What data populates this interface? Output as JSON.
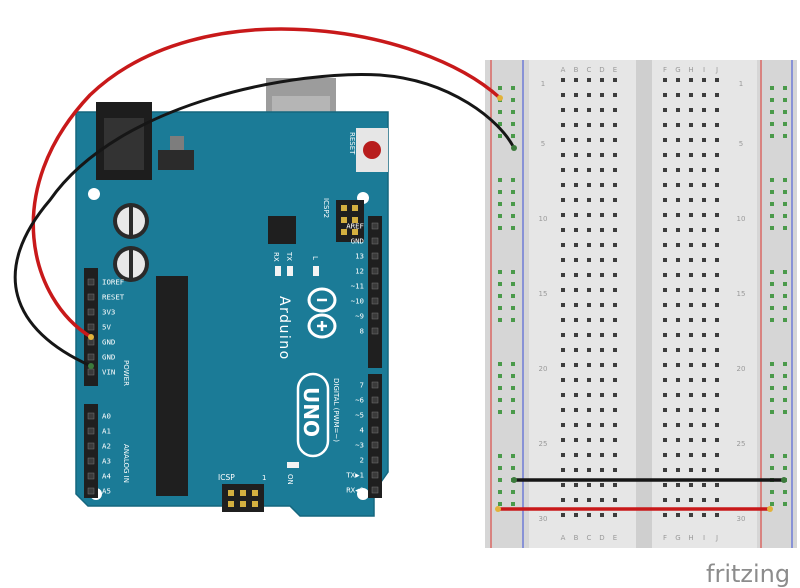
{
  "arduino": {
    "brand": "Arduino",
    "model": "UNO",
    "reset_label": "RESET",
    "icsp2_label": "ICSP2",
    "icsp_label": "ICSP",
    "icsp_pin1": "1",
    "on_label": "ON",
    "tx_label": "TX",
    "rx_label": "RX",
    "l_label": "L",
    "power_label": "POWER",
    "analog_label": "ANALOG IN",
    "digital_label": "DIGITAL (PWM=~)",
    "power_pins": [
      "IOREF",
      "RESET",
      "3V3",
      "5V",
      "GND",
      "GND",
      "VIN"
    ],
    "analog_pins": [
      "A0",
      "A1",
      "A2",
      "A3",
      "A4",
      "A5"
    ],
    "digital_top_pins": [
      "AREF",
      "GND",
      "13",
      "12",
      "~11",
      "~10",
      "~9",
      "8"
    ],
    "digital_bottom_pins": [
      "7",
      "~6",
      "~5",
      "4",
      "~3",
      "2",
      "TX▶1",
      "RX◀0"
    ],
    "board_color": "#1b7b97"
  },
  "breadboard": {
    "column_letters_left": [
      "A",
      "B",
      "C",
      "D",
      "E"
    ],
    "column_letters_right": [
      "F",
      "G",
      "H",
      "I",
      "J"
    ],
    "row_numbers": [
      "1",
      "5",
      "10",
      "15",
      "20",
      "25",
      "30"
    ],
    "rail_red": "#d9302b",
    "rail_blue": "#3b4fd6"
  },
  "wires": {
    "power_color": "#c8191a",
    "ground_color": "#161616"
  },
  "watermark": "fritzing"
}
